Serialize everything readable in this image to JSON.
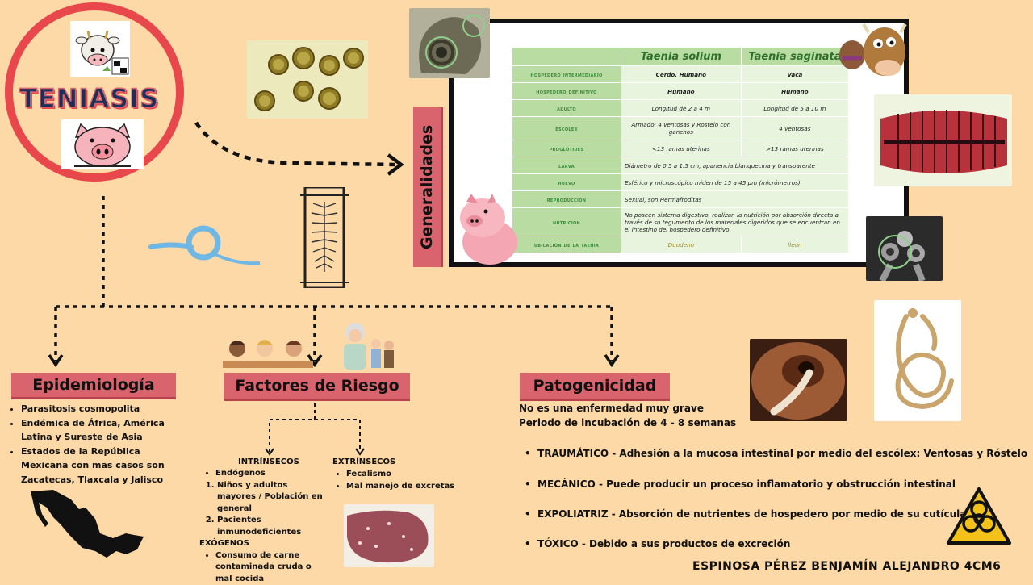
{
  "title": "TENIASIS",
  "generalidades_label": "Generalidades",
  "table": {
    "headers": [
      "",
      "Taenia solium",
      "Taenia saginata"
    ],
    "rows": [
      {
        "label": "Hospedero intermediario",
        "solium": "Cerdo, Humano",
        "saginata": "Vaca"
      },
      {
        "label": "Hospedero definitivo",
        "solium": "Humano",
        "saginata": "Humano"
      },
      {
        "label": "Adulto",
        "solium": "Longitud de 2 a 4 m",
        "saginata": "Longitud de 5 a 10 m"
      },
      {
        "label": "Escólex",
        "solium": "Armado: 4 ventosas y Rostelo con ganchos",
        "saginata": "4 ventosas"
      },
      {
        "label": "Proglótides",
        "solium": "<13 ramas uterinas",
        "saginata": ">13 ramas uterinas"
      },
      {
        "label": "Larva",
        "span": "Diámetro de 0.5 a 1.5 cm, apariencia blanquecina y transparente"
      },
      {
        "label": "Huevo",
        "span": "Esférico y microscópico miden de 15 a 45 µm (micrómetros)"
      },
      {
        "label": "Reproducción",
        "span": "Sexual, son Hermafroditas"
      },
      {
        "label": "Nutrición",
        "span": "No poseen sistema digestivo, realizan la nutrición por absorción directa a través de su tegumento de los materiales digeridos que se encuentran en el intestino del hospedero definitivo."
      },
      {
        "label": "Ubicación de la Taenia",
        "solium": "Duodeno",
        "saginata": "Íleon"
      }
    ]
  },
  "epidemiologia": {
    "title": "Epidemiología",
    "items": [
      "Parasitosis cosmopolita",
      "Endémica de África, América Latina y Sureste de Asia",
      "Estados de la República Mexicana con mas casos son Zacatecas, Tlaxcala y Jalisco"
    ]
  },
  "factores": {
    "title": "Factores de Riesgo",
    "intrinsecos_label": "INTRÍNSECOS",
    "endogenos_label": "Endógenos",
    "endogenos_items": [
      "Niños y adultos mayores / Población en general",
      "Pacientes inmunodeficientes"
    ],
    "exogenos_label": "EXÓGENOS",
    "exogenos_items": [
      "Consumo de carne contaminada cruda o mal cocida"
    ],
    "extrinsecos_label": "EXTRÍNSECOS",
    "extrinsecos_items": [
      "Fecalismo",
      "Mal manejo de excretas"
    ]
  },
  "patogenicidad": {
    "title": "Patogenicidad",
    "line1": "No es una enfermedad muy grave",
    "line2": "Periodo de incubación de 4 - 8 semanas",
    "items": [
      "TRAUMÁTICO - Adhesión a la mucosa intestinal por medio del escólex: Ventosas y Róstelo",
      "MECÁNICO - Puede producir un proceso inflamatorio y obstrucción intestinal",
      "EXPOLIATRIZ - Absorción de nutrientes de hospedero por medio de su cutícula",
      "TÓXICO - Debido a sus productos de excreción"
    ]
  },
  "author": "ESPINOSA PÉREZ BENJAMÍN ALEJANDRO 4CM6",
  "colors": {
    "background": "#fcd9a6",
    "accent": "#d9646e",
    "ring": "#e8474c",
    "table_green": "#b9dca3"
  }
}
